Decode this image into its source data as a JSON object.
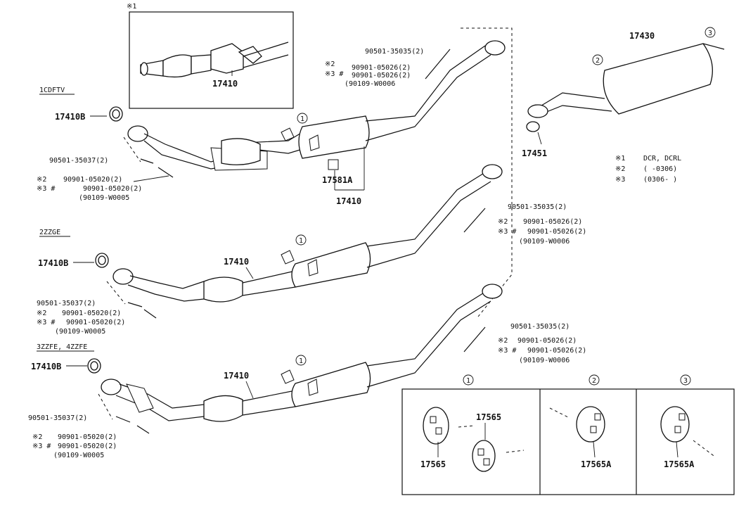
{
  "labels": {
    "inset_mark": "※1",
    "inset_part": "17410",
    "engine_1": "1CDFTV",
    "engine_2": "2ZZGE",
    "engine_3": "3ZZFE, 4ZZFE",
    "gasket_17410B": "17410B",
    "part_17410": "17410",
    "part_17581A": "17581A",
    "part_17430": "17430",
    "part_17451": "17451",
    "part_17565": "17565",
    "part_17565A": "17565A",
    "spring_a": "90501-35037(2)",
    "spring_b": "90501-35035(2)",
    "bolt_a_2": "90901-05020(2)",
    "bolt_a_3": "90901-05020(2)",
    "bolt_a_note": "(90109-W0005",
    "bolt_b_2": "90901-05026(2)",
    "bolt_b_3": "90901-05026(2)",
    "bolt_b_note": "(90109-W0006",
    "mark_2": "※2",
    "mark_3": "※3",
    "mark_3_hash": "※3 #",
    "callout_1": "1",
    "callout_2": "2",
    "callout_3": "3"
  },
  "legend": [
    {
      "mark": "※1",
      "text": "DCR, DCRL"
    },
    {
      "mark": "※2",
      "text": "(       -0306)"
    },
    {
      "mark": "※3",
      "text": "(0306-       )"
    }
  ]
}
